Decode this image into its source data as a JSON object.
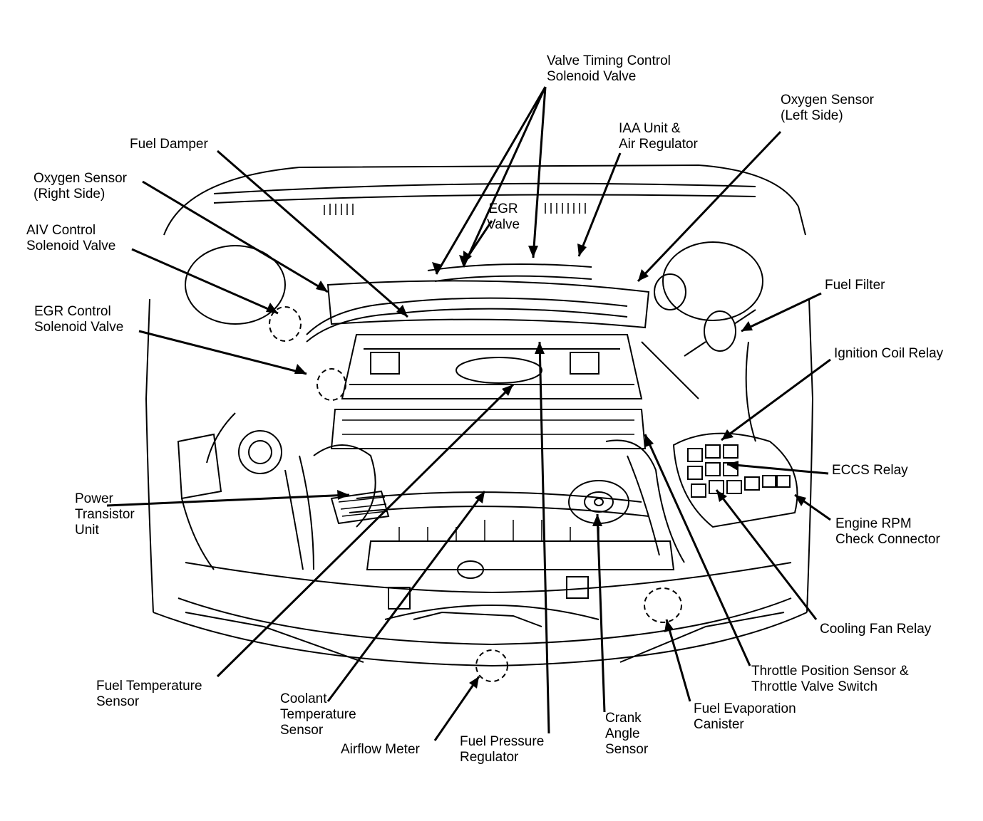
{
  "labels": {
    "valve_timing": [
      "Valve Timing Control",
      "Solenoid Valve"
    ],
    "fuel_damper": [
      "Fuel Damper"
    ],
    "oxygen_right": [
      "Oxygen Sensor",
      "(Right Side)"
    ],
    "aiv_control": [
      "AIV Control",
      "Solenoid Valve"
    ],
    "egr_control": [
      "EGR Control",
      "Solenoid Valve"
    ],
    "egr_valve": [
      "EGR",
      "Valve"
    ],
    "iaa_unit": [
      "IAA Unit &",
      "Air Regulator"
    ],
    "oxygen_left": [
      "Oxygen Sensor",
      "(Left Side)"
    ],
    "fuel_filter": [
      "Fuel Filter"
    ],
    "ignition_coil": [
      "Ignition Coil Relay"
    ],
    "eccs_relay": [
      "ECCS Relay"
    ],
    "engine_rpm": [
      "Engine RPM",
      "Check Connector"
    ],
    "power_transistor": [
      "Power",
      "Transistor",
      "Unit"
    ],
    "cooling_fan": [
      "Cooling Fan Relay"
    ],
    "throttle_position": [
      "Throttle Position Sensor &",
      "Throttle Valve Switch"
    ],
    "fuel_temperature": [
      "Fuel Temperature",
      "Sensor"
    ],
    "coolant_temperature": [
      "Coolant",
      "Temperature",
      "Sensor"
    ],
    "airflow_meter": [
      "Airflow Meter"
    ],
    "fuel_pressure": [
      "Fuel Pressure",
      "Regulator"
    ],
    "crank_angle": [
      "Crank",
      "Angle",
      "Sensor"
    ],
    "fuel_evaporation": [
      "Fuel Evaporation",
      "Canister"
    ]
  }
}
